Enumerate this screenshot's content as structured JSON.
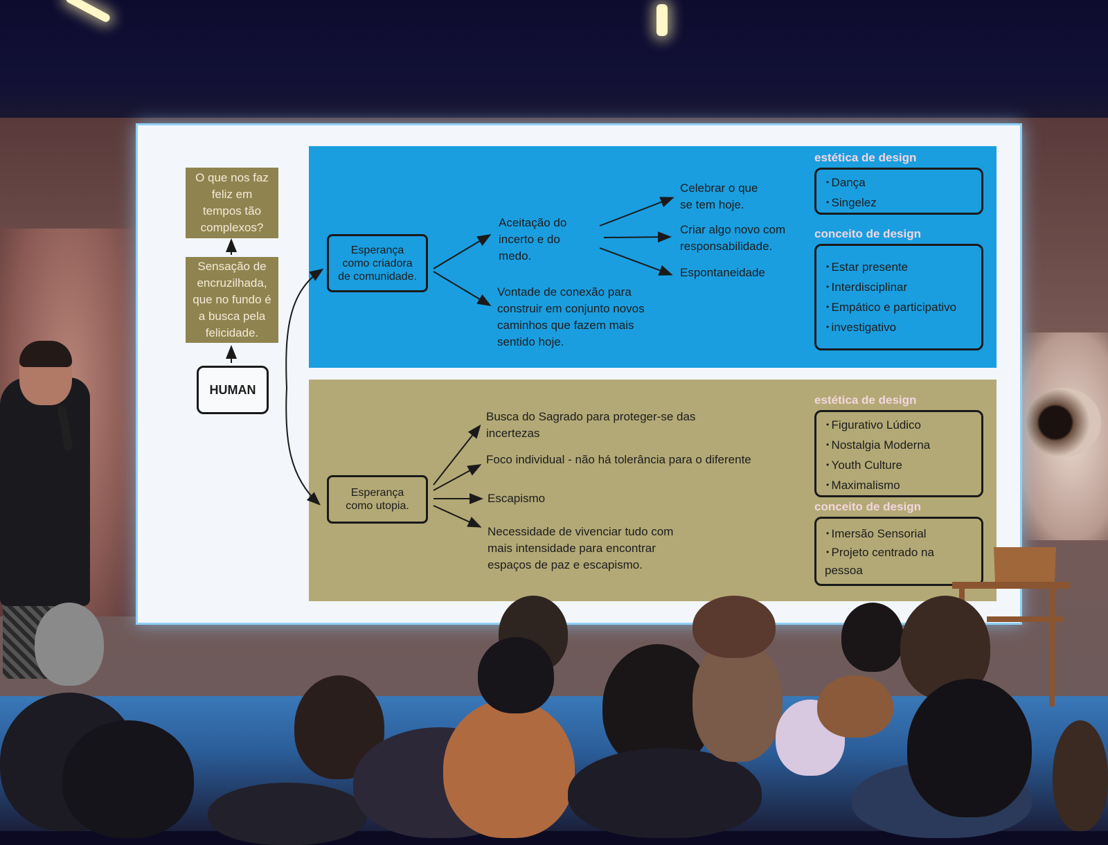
{
  "slide": {
    "question": [
      "O que nos faz",
      "feliz em",
      "tempos tão",
      "complexos?"
    ],
    "sensation": [
      "Sensação de",
      "encruzilhada,",
      "que no fundo é",
      "a busca pela",
      "felicidade."
    ],
    "human": "HUMAN",
    "blue": {
      "node": [
        "Esperança",
        "como criadora",
        "de comunidade."
      ],
      "acceptance": [
        "Aceitação do",
        "incerto e do",
        "medo."
      ],
      "connection": [
        "Vontade de conexão para",
        "construir em conjunto novos",
        "caminhos que fazem mais",
        "sentido hoje."
      ],
      "celebrate": [
        "Celebrar o que",
        "se tem hoje."
      ],
      "create": [
        "Criar algo novo com",
        "responsabilidade."
      ],
      "spontaneity": "Espontaneidade",
      "aesthetic_title": "estética de design",
      "aesthetic_items": [
        "Dança",
        "Singelez"
      ],
      "concept_title": "conceito de design",
      "concept_items": [
        "Estar presente",
        "Interdisciplinar",
        "Empático e participativo",
        "investigativo"
      ]
    },
    "olive": {
      "node": [
        "Esperança",
        "como utopia."
      ],
      "sacred": [
        "Busca do Sagrado para proteger-se das",
        "incertezas"
      ],
      "individual": "Foco individual - não há tolerância para o diferente",
      "escapism": "Escapismo",
      "intensity": [
        "Necessidade de vivenciar tudo com",
        "mais intensidade para encontrar",
        "espaços de paz e escapismo."
      ],
      "aesthetic_title": "estética de design",
      "aesthetic_items": [
        "Figurativo Lúdico",
        "Nostalgia Moderna",
        "Youth Culture",
        "Maximalismo"
      ],
      "concept_title": "conceito de design",
      "concept_items": [
        "Imersão Sensorial",
        "Projeto centrado na"
      ],
      "concept_continuation": "pessoa"
    }
  },
  "colors": {
    "blue_panel": "#1a9ee0",
    "olive_panel": "#b3a976",
    "side_box": "#8f8450",
    "title_pink": "#f3d6de"
  }
}
